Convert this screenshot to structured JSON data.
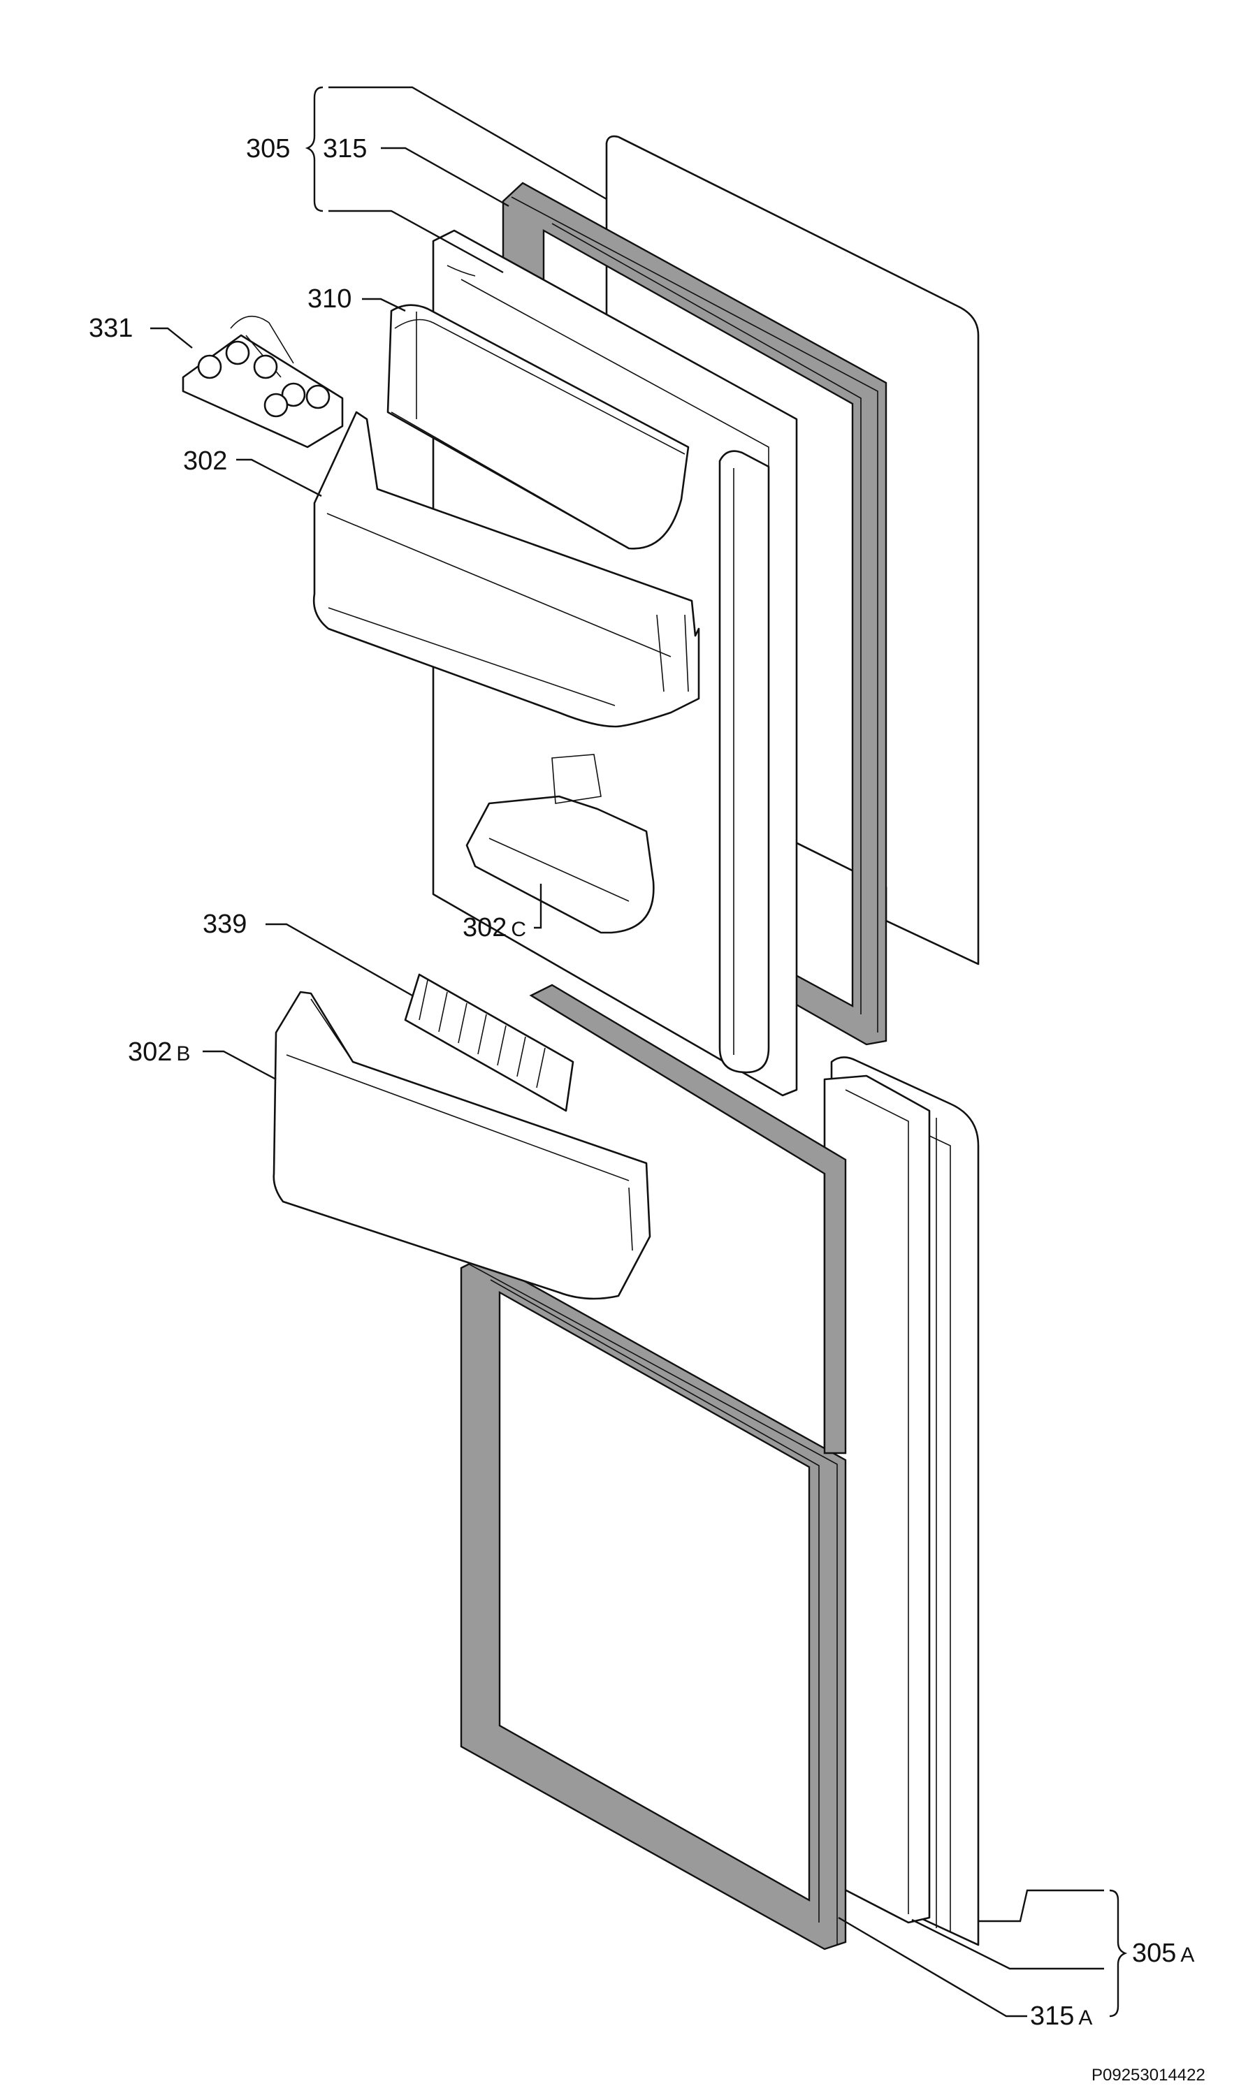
{
  "diagram": {
    "labels": {
      "l305": "305",
      "l315": "315",
      "l310": "310",
      "l331": "331",
      "l302": "302",
      "l302c_num": "302",
      "l302c_suf": "C",
      "l339": "339",
      "l302b_num": "302",
      "l302b_suf": "B",
      "l305a_num": "305",
      "l305a_suf": "A",
      "l315a_num": "315",
      "l315a_suf": "A"
    },
    "reference": "P09253014422"
  }
}
